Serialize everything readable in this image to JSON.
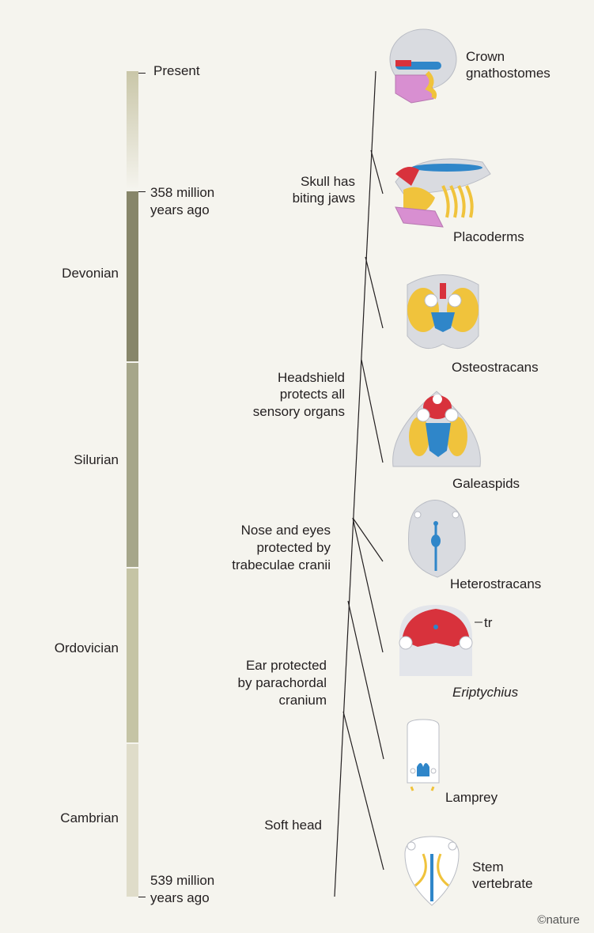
{
  "timeline": {
    "present": "Present",
    "devonian_top_line1": "358  million",
    "devonian_top_line2": "years ago",
    "cambrian_bottom_line1": "539 million",
    "cambrian_bottom_line2": "years ago",
    "periods": [
      "Devonian",
      "Silurian",
      "Ordovician",
      "Cambrian"
    ],
    "colors": {
      "recent": "#c9c6a8",
      "devonian": "#87866a",
      "silurian": "#a6a68a",
      "ordovician": "#c5c4a5",
      "cambrian": "#dfdcc9"
    }
  },
  "nodes": {
    "jaws": [
      "Skull has",
      "biting jaws"
    ],
    "headshield": [
      "Headshield",
      "protects all",
      "sensory organs"
    ],
    "trabeculae": [
      "Nose and eyes",
      "protected by",
      "trabeculae cranii"
    ],
    "parachordal": [
      "Ear protected",
      "by parachordal",
      "cranium"
    ],
    "soft": "Soft head"
  },
  "taxa": {
    "crown": [
      "Crown",
      "gnathostomes"
    ],
    "placoderms": "Placoderms",
    "osteostracans": "Osteostracans",
    "galeaspids": "Galeaspids",
    "heterostracans": "Heterostracans",
    "eriptychius": "Eriptychius",
    "tr_label": "tr",
    "lamprey": "Lamprey",
    "stem": [
      "Stem",
      "vertebrate"
    ]
  },
  "colors": {
    "red": "#d8323c",
    "blue": "#2f86c9",
    "yellow": "#f0c33c",
    "pink": "#d88fd1",
    "grey": "#d9dbe0",
    "outline": "#b9bcc4"
  },
  "credit": "©nature"
}
